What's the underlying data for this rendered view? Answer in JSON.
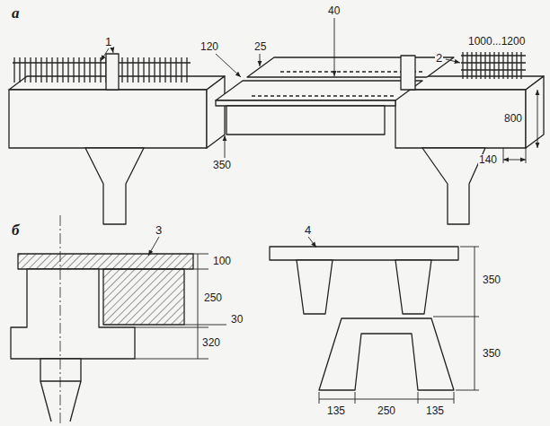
{
  "diagram": {
    "labels": [
      "а",
      "1",
      "40",
      "120",
      "25",
      "2",
      "1000...1200",
      "800",
      "350",
      "140",
      "б",
      "3",
      "4",
      "100",
      "250",
      "320",
      "30",
      "350",
      "350",
      "135",
      "250",
      "135"
    ]
  }
}
